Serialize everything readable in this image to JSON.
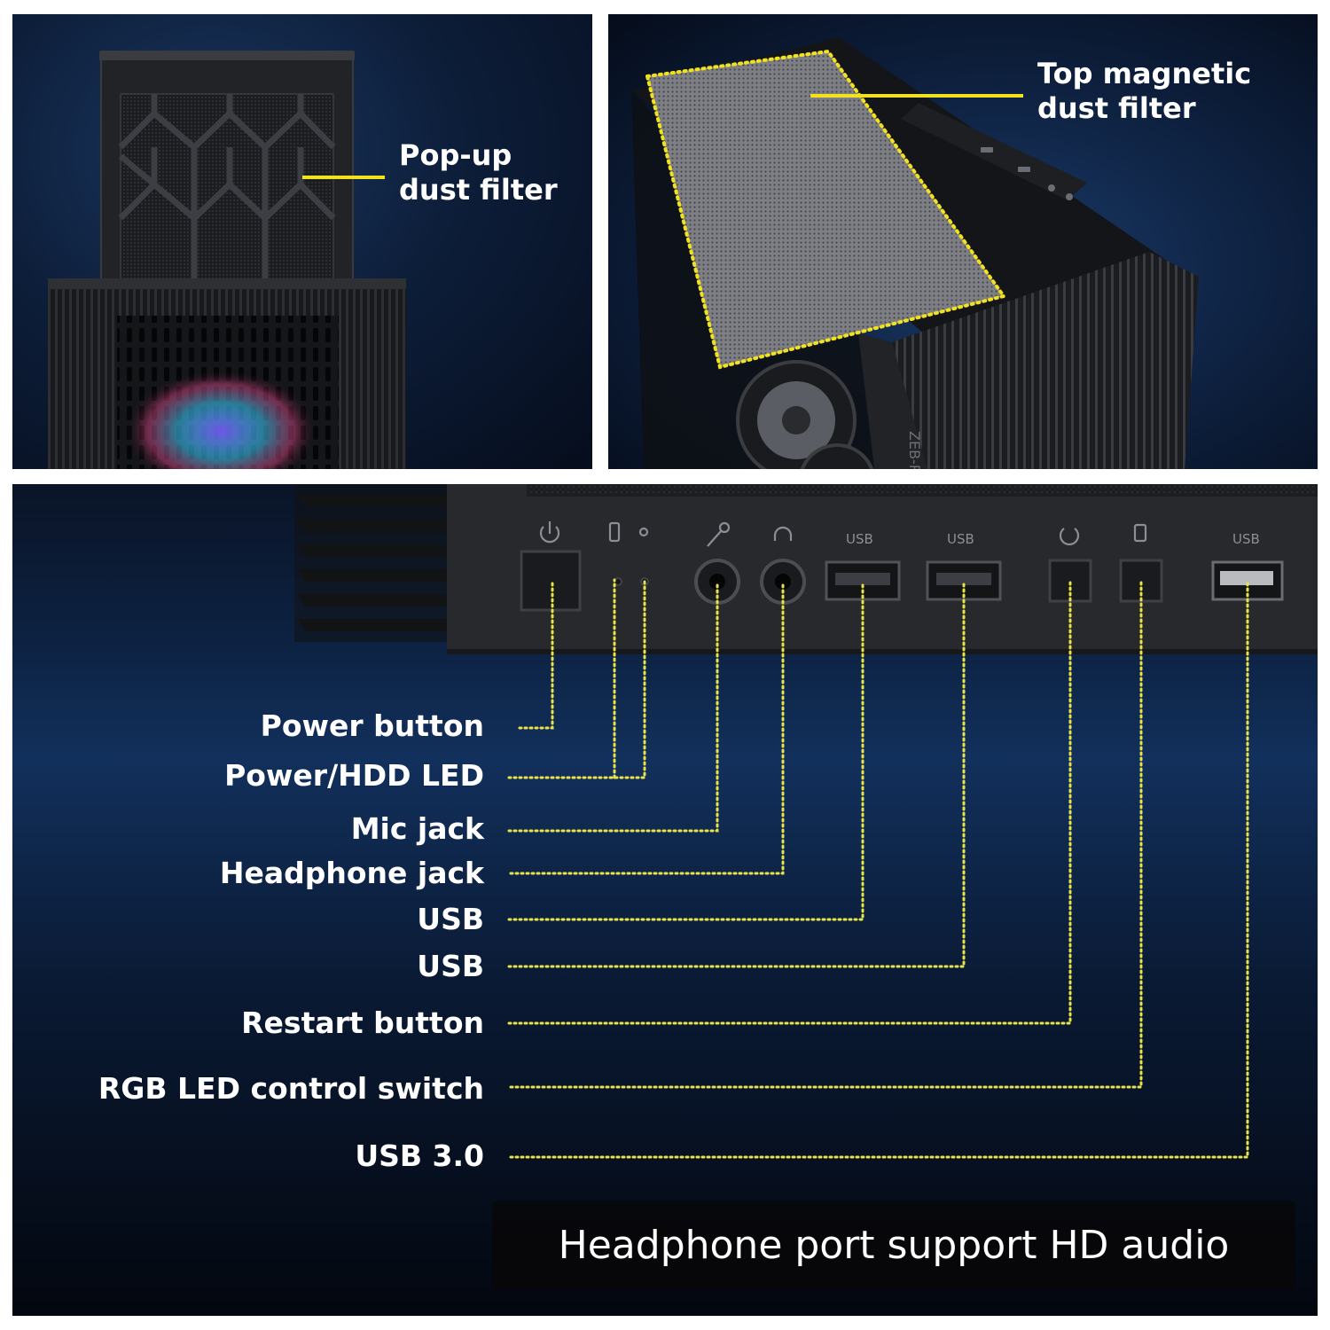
{
  "panel_popup": {
    "callout": [
      "Pop-up",
      "dust filter"
    ],
    "accent": "#f2e21e"
  },
  "panel_top": {
    "callout": [
      "Top magnetic",
      "dust filter"
    ],
    "case_brand": "ZEB-R"
  },
  "io_panel": {
    "port_marks": {
      "usb1": "USB",
      "usb2": "USB",
      "usb3": "USB"
    },
    "labels": [
      "Power button",
      "Power/HDD LED",
      "Mic jack",
      "Headphone jack",
      "USB",
      "USB",
      "Restart button",
      "RGB LED control switch",
      "USB 3.0"
    ],
    "banner": "Headphone port support HD audio",
    "line_color": "#e8e34a"
  }
}
